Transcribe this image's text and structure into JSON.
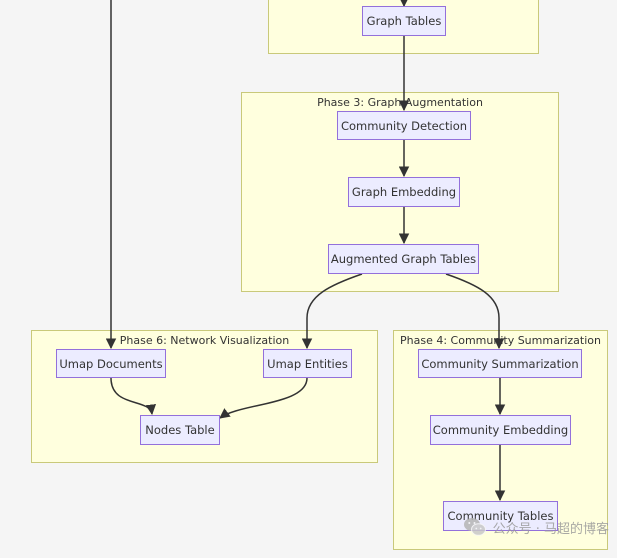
{
  "clusters": {
    "top": {
      "label": ""
    },
    "phase3": {
      "label": "Phase 3: Graph Augmentation"
    },
    "phase6": {
      "label": "Phase 6: Network Visualization"
    },
    "phase4": {
      "label": "Phase 4: Community Summarization"
    }
  },
  "nodes": {
    "graph_tables": "Graph Tables",
    "community_detection": "Community Detection",
    "graph_embedding": "Graph Embedding",
    "augmented_graph_tables": "Augmented Graph Tables",
    "umap_documents": "Umap Documents",
    "umap_entities": "Umap Entities",
    "nodes_table": "Nodes Table",
    "community_summarization": "Community Summarization",
    "community_embedding": "Community Embedding",
    "community_tables": "Community Tables"
  },
  "watermark": {
    "text": "公众号 · 马超的博客",
    "icon": "wechat-icon"
  },
  "colors": {
    "cluster_fill": "#ffffde",
    "cluster_border": "#c9c97a",
    "node_fill": "#ececff",
    "node_border": "#9370db",
    "edge": "#333333"
  }
}
